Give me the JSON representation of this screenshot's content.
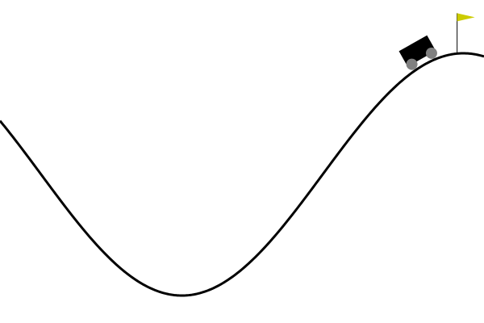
{
  "game": {
    "environment": "mountain-car",
    "colors": {
      "background": "#ffffff",
      "track": "#000000",
      "car_body": "#000000",
      "wheels": "#808080",
      "flag_pole": "#000000",
      "flag": "#cccc00"
    },
    "state": {
      "car_position": 0.38,
      "goal_position": 0.5
    },
    "world": {
      "min_position": -1.2,
      "max_position": 0.6
    }
  }
}
